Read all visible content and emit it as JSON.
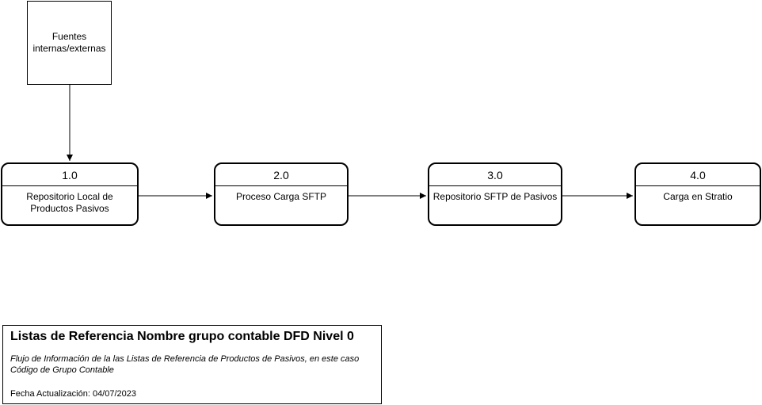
{
  "external_entity": {
    "label": "Fuentes internas/externas"
  },
  "processes": [
    {
      "id": "1.0",
      "name": "Repositorio Local de Productos Pasivos"
    },
    {
      "id": "2.0",
      "name": "Proceso Carga SFTP"
    },
    {
      "id": "3.0",
      "name": "Repositorio SFTP de Pasivos"
    },
    {
      "id": "4.0",
      "name": "Carga en Stratio"
    }
  ],
  "legend": {
    "title": "Listas de Referencia Nombre grupo contable DFD Nivel 0",
    "description": "Flujo de Información de la las Listas de Referencia de Productos de Pasivos, en este caso Código de Grupo Contable",
    "updated": "Fecha Actualización: 04/07/2023"
  }
}
